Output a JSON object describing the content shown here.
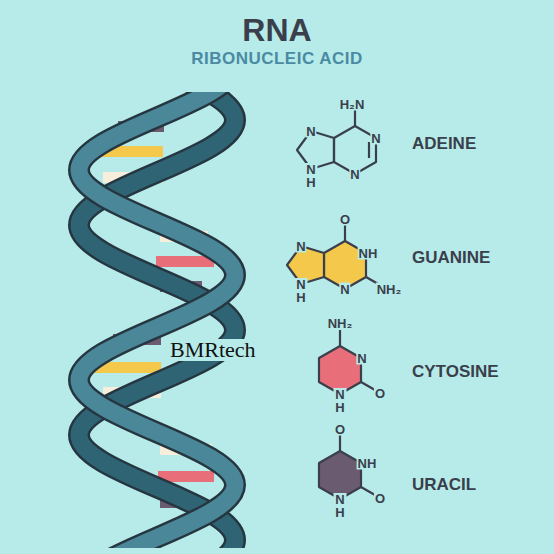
{
  "diagram": {
    "title": "RNA",
    "labels": [
      "RIBONUCLEIC ACID",
      "H₂N",
      "N",
      "N",
      "N",
      "N H",
      "ADEINE",
      "O",
      "NH",
      "N",
      "NH₂",
      "N",
      "N H",
      "GUANINE",
      "BMRtech",
      "NH₂",
      "N",
      "O",
      "N H",
      "CYTOSINE",
      "O",
      "NH",
      "O",
      "N H",
      "URACIL"
    ]
  }
}
